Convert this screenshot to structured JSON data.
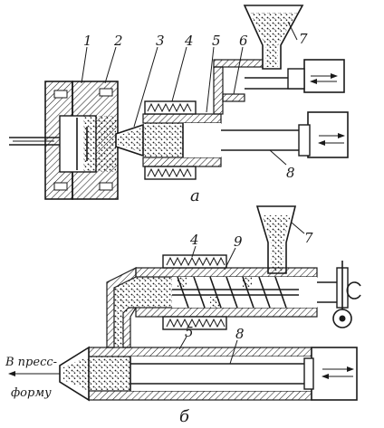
{
  "diagram_a": {
    "labels": [
      "1",
      "2",
      "3",
      "4",
      "5",
      "6",
      "7",
      "8"
    ],
    "caption": "а"
  },
  "diagram_b": {
    "labels": [
      "4",
      "9",
      "7",
      "5",
      "8"
    ],
    "caption": "б",
    "note_line1": "В пресс-",
    "note_line2": "форму"
  },
  "colors": {
    "ink": "#1a1a1a",
    "paper": "#ffffff"
  }
}
